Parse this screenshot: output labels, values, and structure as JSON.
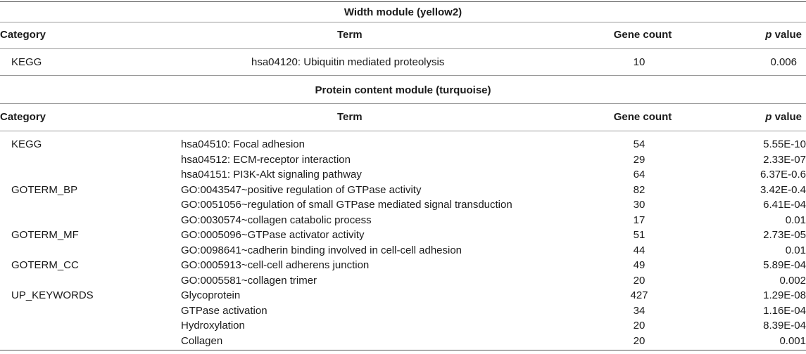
{
  "sections": [
    {
      "title": "Width module (yellow2)",
      "headers": {
        "category": "Category",
        "term": "Term",
        "gene_count": "Gene count",
        "p_value_italic": "p",
        "p_value_rest": " value"
      },
      "rows": [
        {
          "category": "KEGG",
          "term": "hsa04120: Ubiquitin mediated proteolysis",
          "gene_count": "10",
          "p_value": "0.006"
        }
      ]
    },
    {
      "title": "Protein content module (turquoise)",
      "headers": {
        "category": "Category",
        "term": "Term",
        "gene_count": "Gene count",
        "p_value_italic": "p",
        "p_value_rest": " value"
      },
      "rows": [
        {
          "category": "KEGG",
          "term": "hsa04510: Focal adhesion",
          "gene_count": "54",
          "p_value": "5.55E-10"
        },
        {
          "category": "",
          "term": "hsa04512: ECM-receptor interaction",
          "gene_count": "29",
          "p_value": "2.33E-07"
        },
        {
          "category": "",
          "term": "hsa04151: PI3K-Akt signaling pathway",
          "gene_count": "64",
          "p_value": "6.37E-0.6"
        },
        {
          "category": "GOTERM_BP",
          "term": "GO:0043547~positive regulation of GTPase activity",
          "gene_count": "82",
          "p_value": "3.42E-0.4"
        },
        {
          "category": "",
          "term": "GO:0051056~regulation of small GTPase mediated signal transduction",
          "gene_count": "30",
          "p_value": "6.41E-04"
        },
        {
          "category": "",
          "term": "GO:0030574~collagen catabolic process",
          "gene_count": "17",
          "p_value": "0.01"
        },
        {
          "category": "GOTERM_MF",
          "term": "GO:0005096~GTPase activator activity",
          "gene_count": "51",
          "p_value": "2.73E-05"
        },
        {
          "category": "",
          "term": "GO:0098641~cadherin binding involved in cell-cell adhesion",
          "gene_count": "44",
          "p_value": "0.01"
        },
        {
          "category": "GOTERM_CC",
          "term": "GO:0005913~cell-cell adherens junction",
          "gene_count": "49",
          "p_value": "5.89E-04"
        },
        {
          "category": "",
          "term": "GO:0005581~collagen trimer",
          "gene_count": "20",
          "p_value": "0.002"
        },
        {
          "category": "UP_KEYWORDS",
          "term": "Glycoprotein",
          "gene_count": "427",
          "p_value": "1.29E-08"
        },
        {
          "category": "",
          "term": "GTPase activation",
          "gene_count": "34",
          "p_value": "1.16E-04"
        },
        {
          "category": "",
          "term": "Hydroxylation",
          "gene_count": "20",
          "p_value": "8.39E-04"
        },
        {
          "category": "",
          "term": "Collagen",
          "gene_count": "20",
          "p_value": "0.001"
        }
      ]
    }
  ]
}
